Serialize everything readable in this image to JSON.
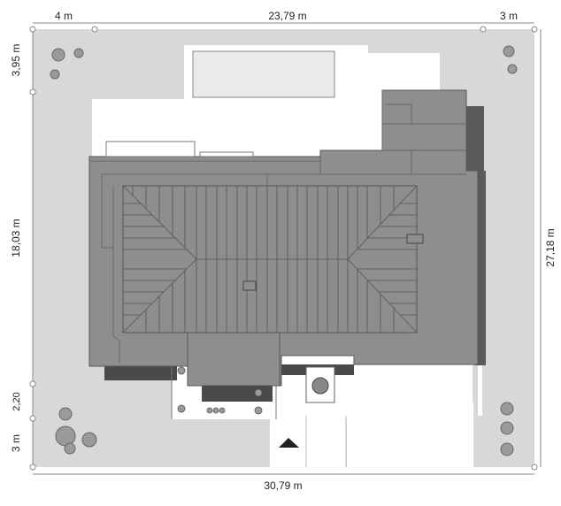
{
  "dimensions": {
    "top_left": "4 m",
    "top_middle": "23,79 m",
    "top_right": "3 m",
    "left_top": "3,95 m",
    "left_middle": "18,03 m",
    "left_small": "2,20",
    "left_bottom": "3 m",
    "right": "27,18 m",
    "bottom": "30,79 m"
  },
  "colors": {
    "plot": "#d8d8d8",
    "terrace": "#ffffff",
    "roof": "#8e8e8e",
    "roof_dark": "#5f5f5f",
    "roof_line": "#555555",
    "pool": "#eaeaea",
    "shadow": "#4a4a4a",
    "tree": "#9a9a9a"
  },
  "icons": {
    "entrance": "entrance-arrow-icon",
    "tree": "tree-icon"
  }
}
